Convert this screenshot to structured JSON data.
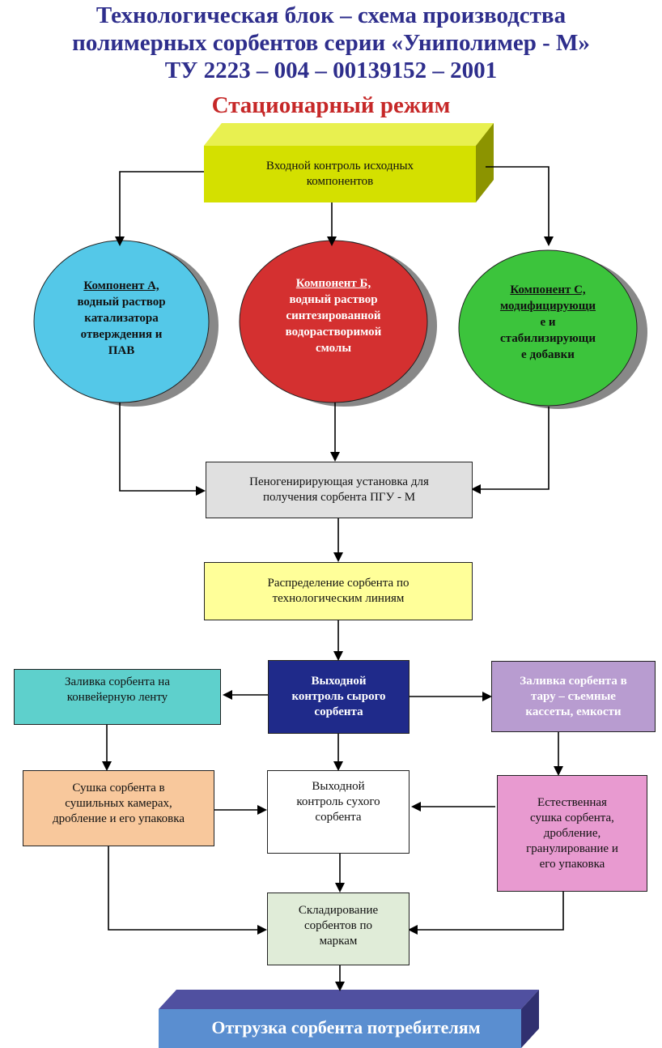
{
  "title": {
    "line1": "Технологическая блок  – схема производства",
    "line2": "полимерных сорбентов серии «Униполимер  - М»",
    "line3": "ТУ 2223 – 004 – 00139152 – 2001",
    "mode": "Стационарный режим"
  },
  "nodes": {
    "input_control": {
      "line1": "Входной контроль исходных",
      "line2": "компонентов"
    },
    "component_a": {
      "head": "Компонент А,",
      "line1": "водный раствор",
      "line2": "катализатора",
      "line3": "отверждения и",
      "line4": "ПАВ"
    },
    "component_b": {
      "head": "Компонент Б,",
      "line1": "водный раствор",
      "line2": "синтезированной",
      "line3": "водорастворимой",
      "line4": "смолы"
    },
    "component_c": {
      "head": "Компонент С,",
      "line1": "модифицирующи",
      "line2": "е и",
      "line3": "стабилизирующи",
      "line4": "е добавки"
    },
    "foam_unit": {
      "line1": "Пеногенирирующая установка для",
      "line2": "получения  сорбента ПГУ - М"
    },
    "distribution": {
      "line1": "Распределение сорбента по",
      "line2": "технологическим линиям"
    },
    "raw_control": {
      "line1": "Выходной",
      "line2": "контроль сырого",
      "line3": "сорбента"
    },
    "belt_fill": {
      "line1": "Заливка сорбента на",
      "line2": "конвейерную ленту"
    },
    "container_fill": {
      "line1": "Заливка сорбента в",
      "line2": "тару – съемные",
      "line3": "кассеты, емкости"
    },
    "chamber_drying": {
      "line1": "Сушка сорбента в",
      "line2": "сушильных камерах,",
      "line3": "дробление и его  упаковка"
    },
    "dry_control": {
      "line1": "Выходной",
      "line2": "контроль сухого",
      "line3": "сорбента"
    },
    "natural_drying": {
      "line1": "Естественная",
      "line2": "сушка сорбента,",
      "line3": "дробление,",
      "line4": "гранулирование и",
      "line5": "его упаковка"
    },
    "storage": {
      "line1": "Складирование",
      "line2": "сорбентов по",
      "line3": "маркам"
    },
    "shipment": {
      "label": "Отгрузка сорбента потребителям"
    }
  },
  "colors": {
    "title": "#2e2e8c",
    "mode": "#c62828",
    "input_control": "#d4e000",
    "component_a": "#54c8e8",
    "component_b": "#d43030",
    "component_c": "#3cc43c",
    "foam_unit": "#e0e0e0",
    "distribution": "#ffff99",
    "raw_control": "#1f2a8a",
    "belt_fill": "#5ed0cc",
    "container_fill": "#b89cd0",
    "chamber_drying": "#f8c89c",
    "dry_control": "#ffffff",
    "natural_drying": "#e89ad0",
    "storage": "#e0ecd8",
    "shipment": "#5a8ed0"
  }
}
